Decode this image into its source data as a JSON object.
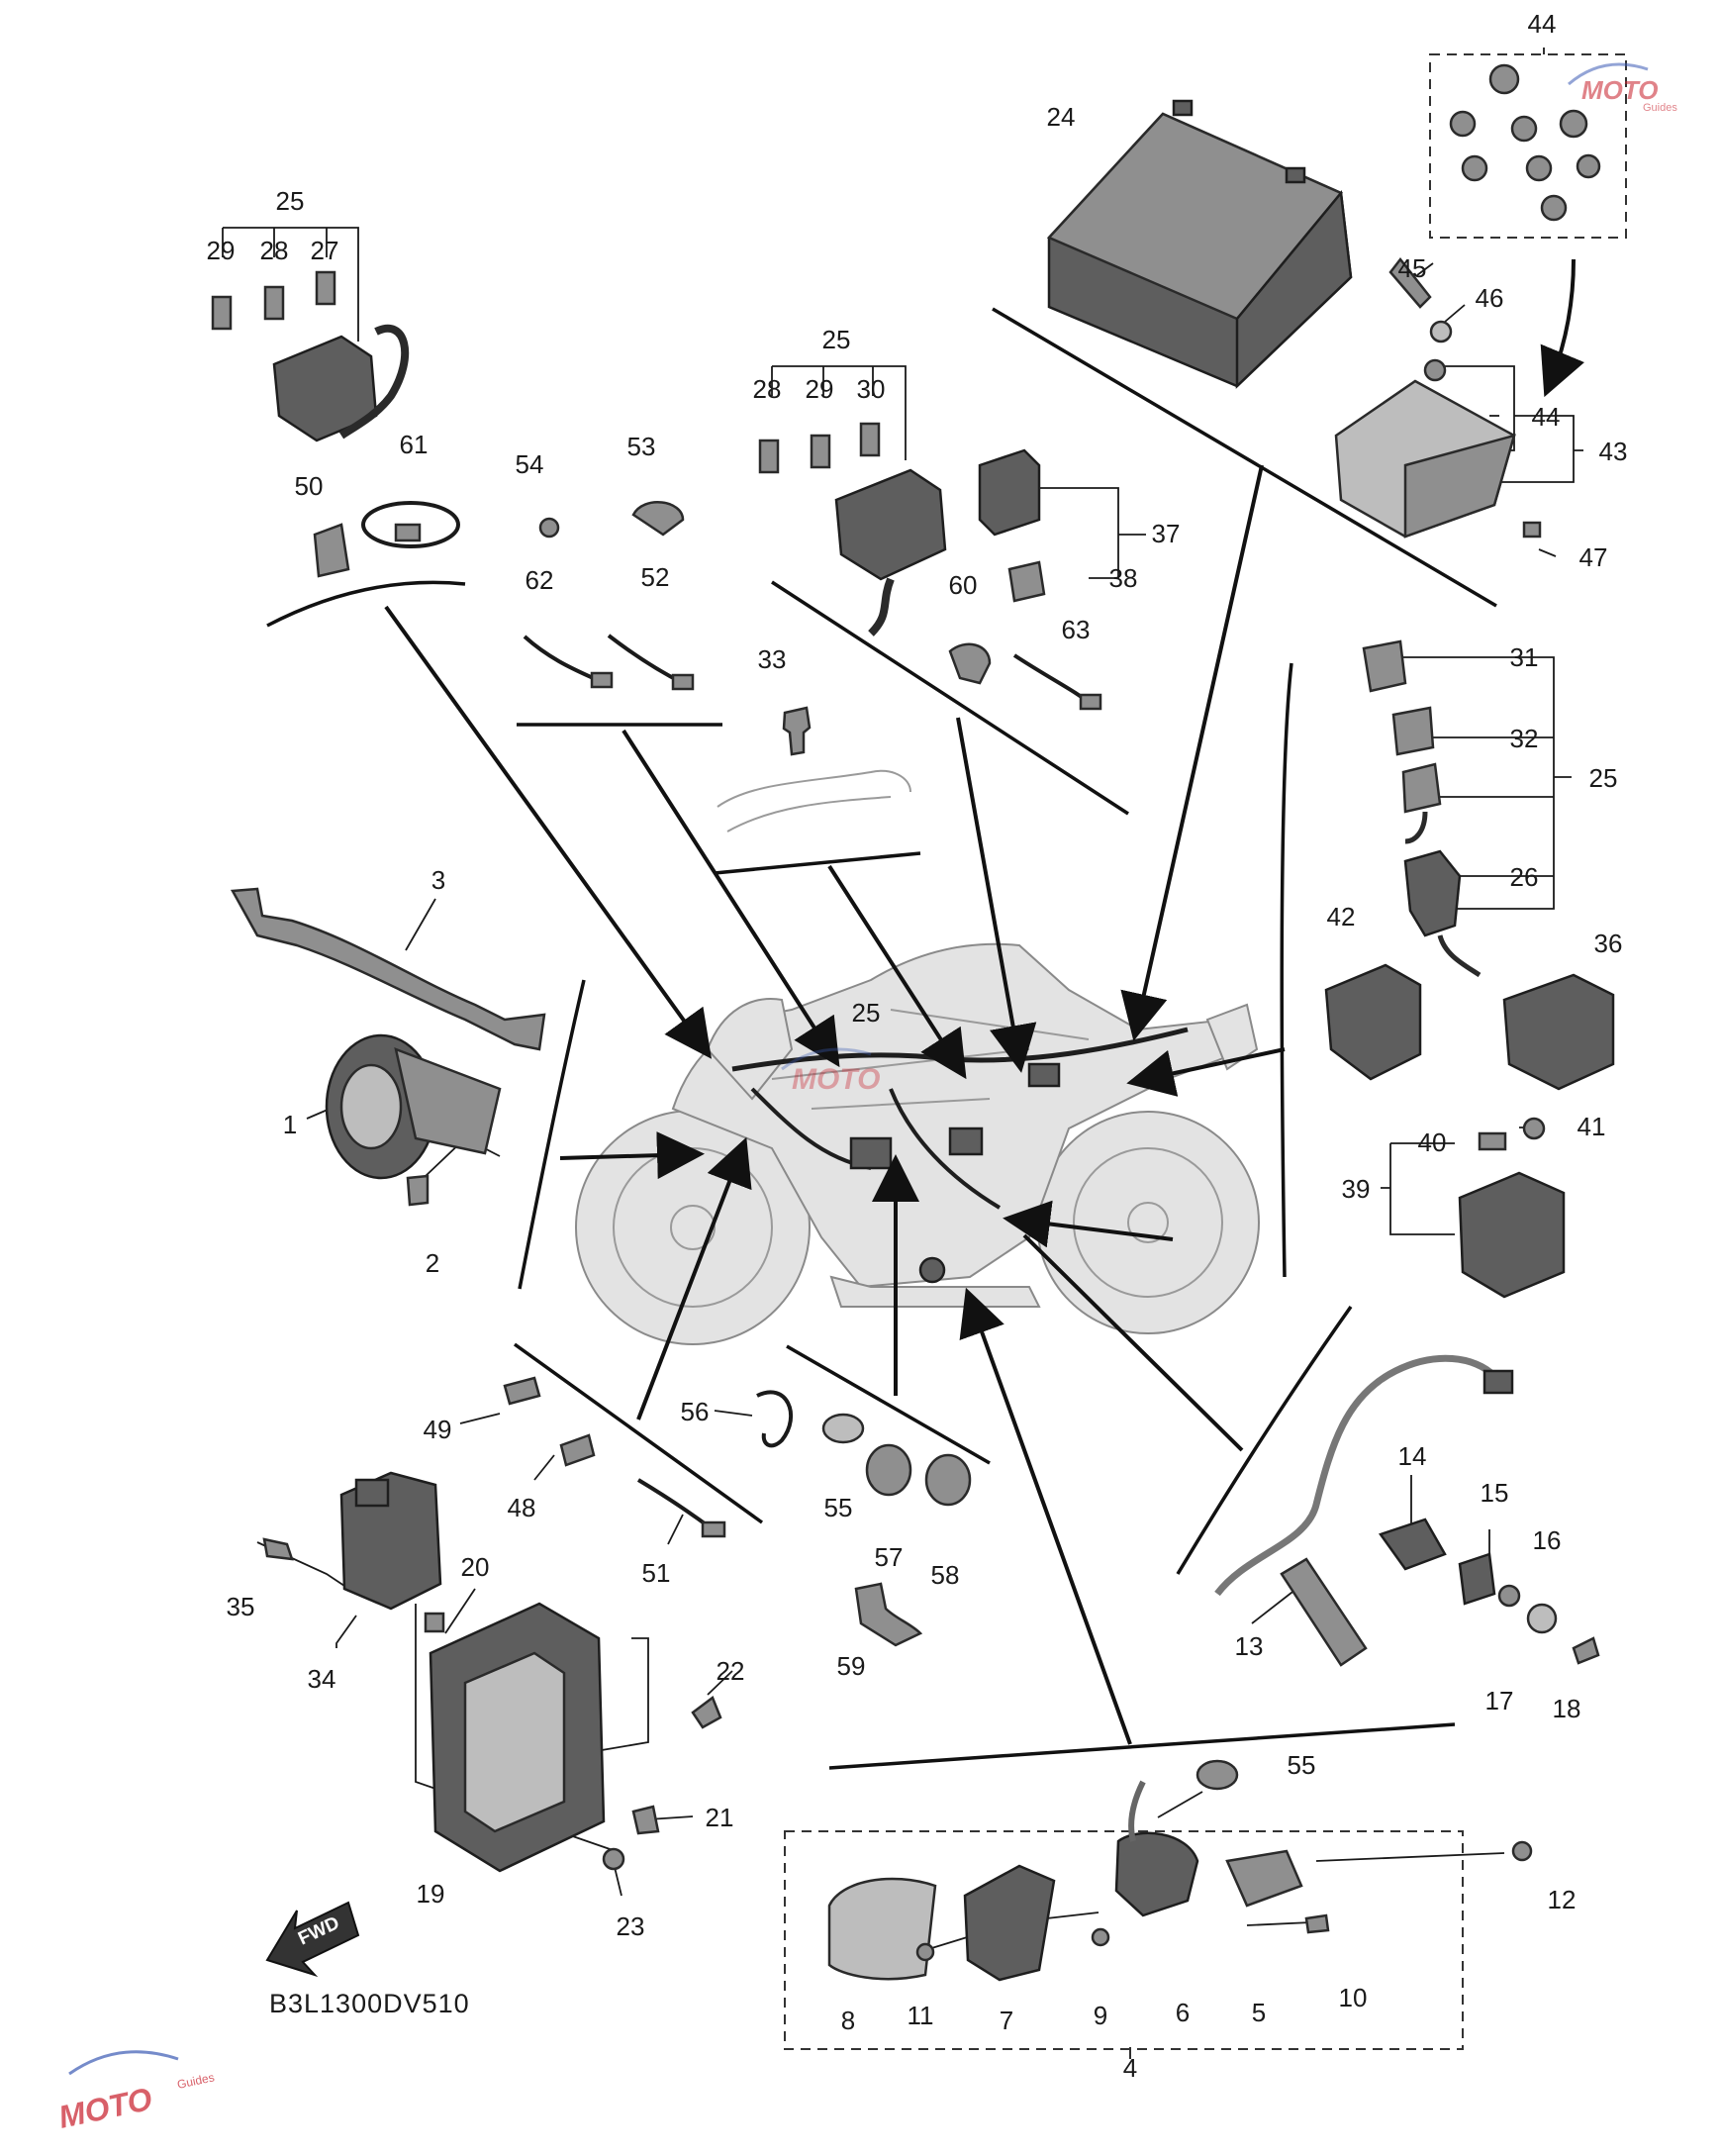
{
  "diagram_code": "B3L1300DV510",
  "fwd_label": "FWD",
  "watermark": {
    "text": "MOTO",
    "subtext": "Guides",
    "color": "#c81e2a",
    "accent": "#3b5bb5"
  },
  "callouts": [
    {
      "id": "c1",
      "text": "1"
    },
    {
      "id": "c2",
      "text": "2"
    },
    {
      "id": "c3",
      "text": "3"
    },
    {
      "id": "c4",
      "text": "4"
    },
    {
      "id": "c5",
      "text": "5"
    },
    {
      "id": "c6",
      "text": "6"
    },
    {
      "id": "c7",
      "text": "7"
    },
    {
      "id": "c8",
      "text": "8"
    },
    {
      "id": "c9",
      "text": "9"
    },
    {
      "id": "c10",
      "text": "10"
    },
    {
      "id": "c11",
      "text": "11"
    },
    {
      "id": "c12",
      "text": "12"
    },
    {
      "id": "c13",
      "text": "13"
    },
    {
      "id": "c14",
      "text": "14"
    },
    {
      "id": "c15",
      "text": "15"
    },
    {
      "id": "c16",
      "text": "16"
    },
    {
      "id": "c17",
      "text": "17"
    },
    {
      "id": "c18",
      "text": "18"
    },
    {
      "id": "c19",
      "text": "19"
    },
    {
      "id": "c20",
      "text": "20"
    },
    {
      "id": "c21",
      "text": "21"
    },
    {
      "id": "c22",
      "text": "22"
    },
    {
      "id": "c23",
      "text": "23"
    },
    {
      "id": "c24",
      "text": "24"
    },
    {
      "id": "c25a",
      "text": "25"
    },
    {
      "id": "c25b",
      "text": "25"
    },
    {
      "id": "c25c",
      "text": "25"
    },
    {
      "id": "c25d",
      "text": "25"
    },
    {
      "id": "c26",
      "text": "26"
    },
    {
      "id": "c27",
      "text": "27"
    },
    {
      "id": "c28a",
      "text": "28"
    },
    {
      "id": "c28b",
      "text": "28"
    },
    {
      "id": "c29a",
      "text": "29"
    },
    {
      "id": "c29b",
      "text": "29"
    },
    {
      "id": "c30",
      "text": "30"
    },
    {
      "id": "c31",
      "text": "31"
    },
    {
      "id": "c32",
      "text": "32"
    },
    {
      "id": "c33",
      "text": "33"
    },
    {
      "id": "c34",
      "text": "34"
    },
    {
      "id": "c35",
      "text": "35"
    },
    {
      "id": "c36",
      "text": "36"
    },
    {
      "id": "c37",
      "text": "37"
    },
    {
      "id": "c38",
      "text": "38"
    },
    {
      "id": "c39",
      "text": "39"
    },
    {
      "id": "c40",
      "text": "40"
    },
    {
      "id": "c41",
      "text": "41"
    },
    {
      "id": "c42",
      "text": "42"
    },
    {
      "id": "c43",
      "text": "43"
    },
    {
      "id": "c44a",
      "text": "44"
    },
    {
      "id": "c44b",
      "text": "44"
    },
    {
      "id": "c45",
      "text": "45"
    },
    {
      "id": "c46",
      "text": "46"
    },
    {
      "id": "c47",
      "text": "47"
    },
    {
      "id": "c48",
      "text": "48"
    },
    {
      "id": "c49",
      "text": "49"
    },
    {
      "id": "c50",
      "text": "50"
    },
    {
      "id": "c51",
      "text": "51"
    },
    {
      "id": "c52",
      "text": "52"
    },
    {
      "id": "c53",
      "text": "53"
    },
    {
      "id": "c54",
      "text": "54"
    },
    {
      "id": "c55a",
      "text": "55"
    },
    {
      "id": "c55b",
      "text": "55"
    },
    {
      "id": "c56",
      "text": "56"
    },
    {
      "id": "c57",
      "text": "57"
    },
    {
      "id": "c58",
      "text": "58"
    },
    {
      "id": "c59",
      "text": "59"
    },
    {
      "id": "c60",
      "text": "60"
    },
    {
      "id": "c61",
      "text": "61"
    },
    {
      "id": "c62",
      "text": "62"
    },
    {
      "id": "c63",
      "text": "63"
    }
  ]
}
